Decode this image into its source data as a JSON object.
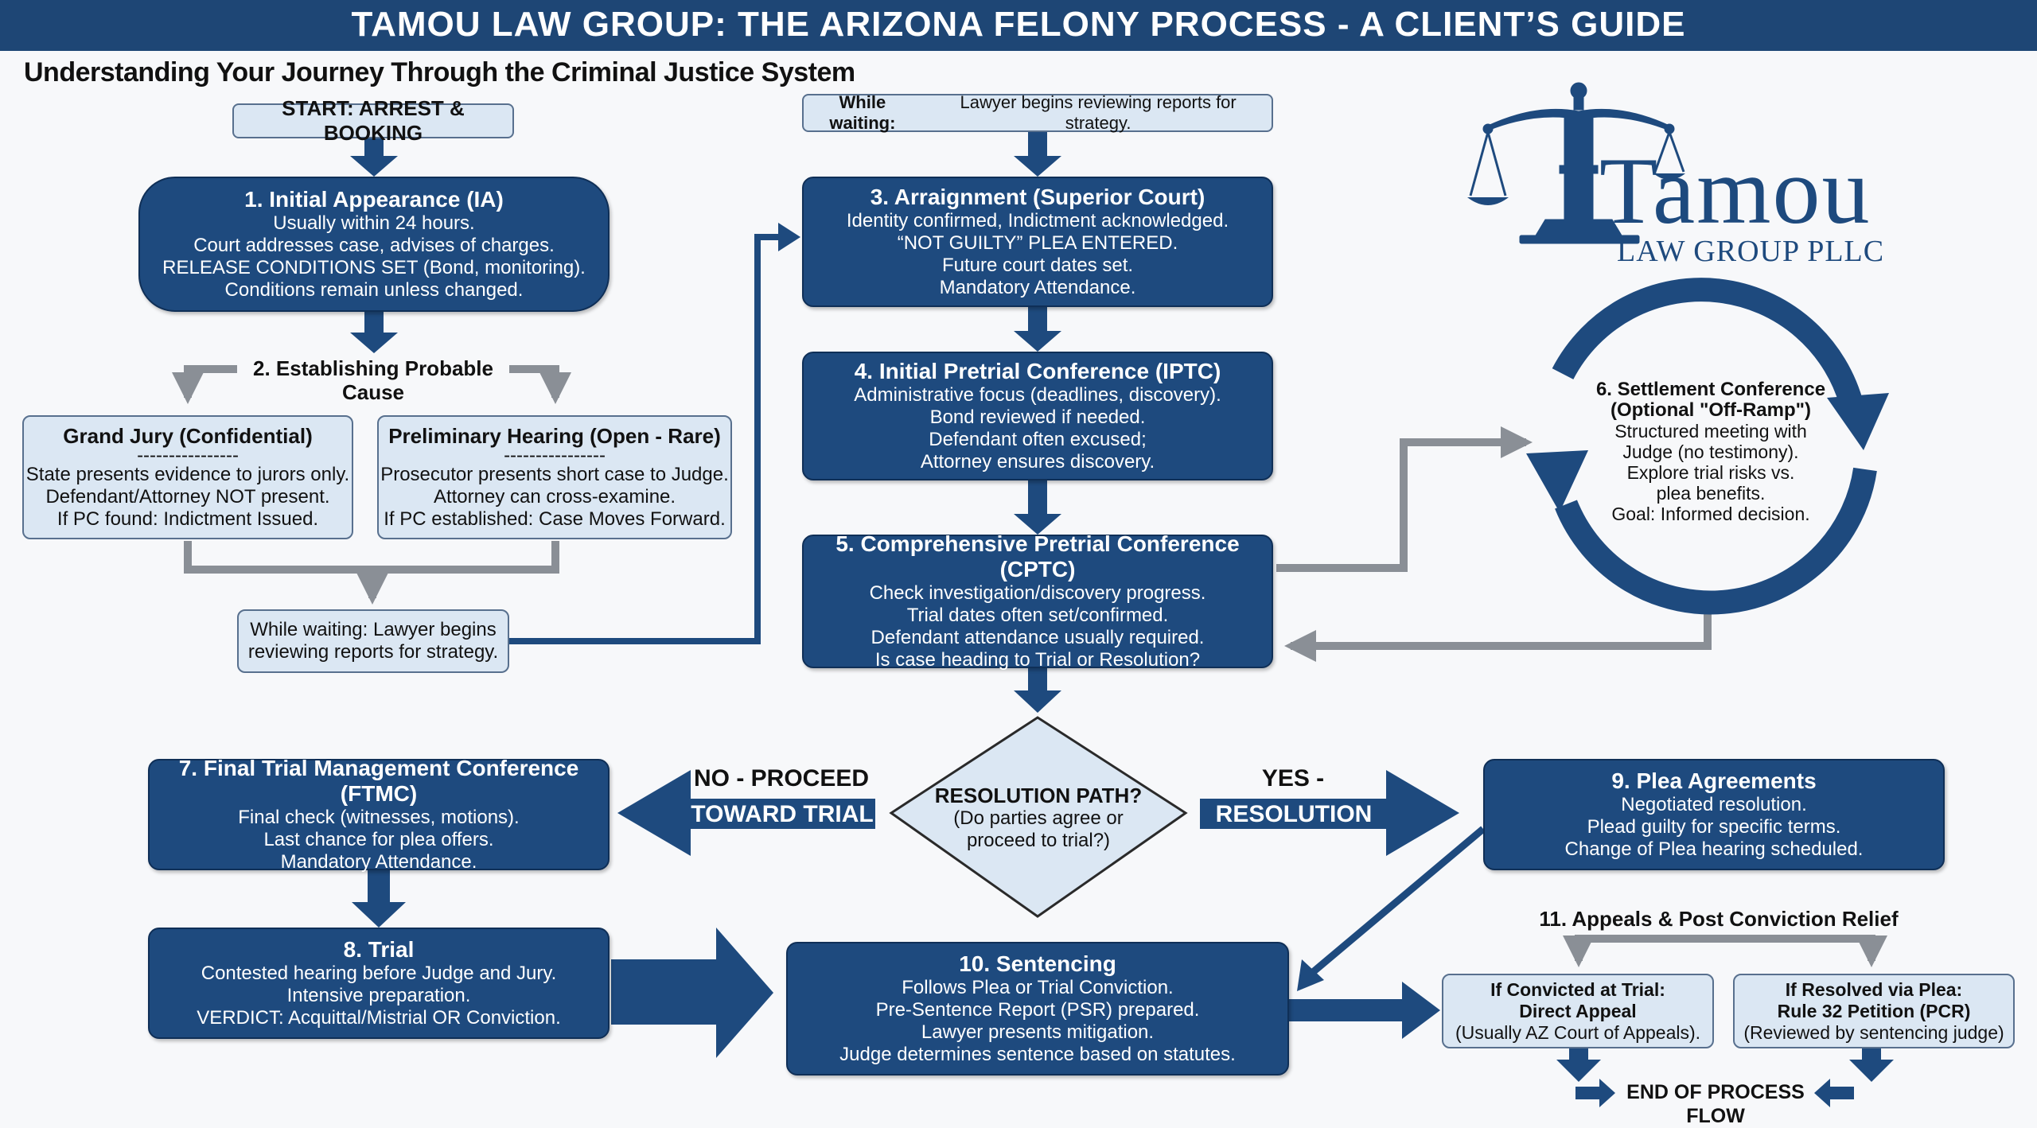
{
  "header": {
    "title": "TAMOU LAW GROUP: THE ARIZONA FELONY PROCESS - A CLIENT’S GUIDE"
  },
  "subtitle": "Understanding Your Journey Through the Criminal Justice System",
  "start": "START: ARREST & BOOKING",
  "waiting_top": {
    "label": "While waiting:",
    "text": "Lawyer begins reviewing reports for strategy."
  },
  "ia": {
    "title": "1. Initial Appearance (IA)",
    "lines": [
      "Usually within 24 hours.",
      "Court addresses case, advises of charges.",
      "RELEASE CONDITIONS SET (Bond, monitoring).",
      "Conditions remain unless changed."
    ]
  },
  "pc": {
    "title": "2. Establishing Probable Cause"
  },
  "grand_jury": {
    "title": "Grand Jury (Confidential)",
    "sep": "----------------",
    "lines": [
      "State presents evidence to jurors only.",
      "Defendant/Attorney NOT present.",
      "If PC found: Indictment Issued."
    ]
  },
  "prelim": {
    "title": "Preliminary Hearing (Open - Rare)",
    "sep": "----------------",
    "lines": [
      "Prosecutor presents short case to Judge.",
      "Attorney can cross-examine.",
      "If PC established: Case Moves Forward."
    ]
  },
  "waiting_left": {
    "lines": [
      "While waiting: Lawyer begins",
      "reviewing reports for strategy."
    ]
  },
  "arraignment": {
    "title": "3. Arraignment (Superior Court)",
    "lines": [
      "Identity confirmed, Indictment acknowledged.",
      "“NOT GUILTY” PLEA ENTERED.",
      "Future court dates set.",
      "Mandatory Attendance."
    ]
  },
  "iptc": {
    "title": "4. Initial Pretrial Conference (IPTC)",
    "lines": [
      "Administrative focus (deadlines, discovery).",
      "Bond reviewed if needed.",
      "Defendant often excused;",
      "Attorney ensures discovery."
    ]
  },
  "cptc": {
    "title": "5. Comprehensive Pretrial Conference (CPTC)",
    "lines": [
      "Check investigation/discovery progress.",
      "Trial dates often set/confirmed.",
      "Defendant attendance usually required.",
      "Is case heading to Trial or Resolution?"
    ]
  },
  "settlement": {
    "title": "6. Settlement Conference",
    "subtitle": "(Optional \"Off-Ramp\")",
    "lines": [
      "Structured meeting with",
      "Judge (no testimony).",
      "Explore trial risks vs.",
      "plea benefits.",
      "Goal: Informed decision."
    ]
  },
  "decision": {
    "title": "RESOLUTION PATH?",
    "lines": [
      "(Do parties agree or",
      "proceed to trial?)"
    ]
  },
  "no_path": {
    "above": "NO - PROCEED",
    "inside": "TOWARD TRIAL"
  },
  "yes_path": {
    "above": "YES -",
    "inside": "RESOLUTION"
  },
  "ftmc": {
    "title": "7. Final Trial Management Conference (FTMC)",
    "lines": [
      "Final check (witnesses, motions).",
      "Last chance for plea offers.",
      "Mandatory Attendance."
    ]
  },
  "trial": {
    "title": "8. Trial",
    "lines": [
      "Contested hearing before Judge and Jury.",
      "Intensive preparation.",
      "VERDICT: Acquittal/Mistrial OR Conviction."
    ]
  },
  "plea": {
    "title": "9. Plea Agreements",
    "lines": [
      "Negotiated resolution.",
      "Plead guilty for specific terms.",
      "Change of Plea hearing scheduled."
    ]
  },
  "sentencing": {
    "title": "10. Sentencing",
    "lines": [
      "Follows Plea or Trial Conviction.",
      "Pre-Sentence Report (PSR) prepared.",
      "Lawyer presents mitigation.",
      "Judge determines sentence based on statutes."
    ]
  },
  "appeals": {
    "title": "11. Appeals & Post Conviction Relief"
  },
  "direct_appeal": {
    "lines": [
      "If Convicted at Trial:",
      "Direct Appeal",
      "(Usually AZ Court of Appeals)."
    ]
  },
  "rule32": {
    "lines": [
      "If Resolved via Plea:",
      "Rule 32 Petition (PCR)",
      "(Reviewed by sentencing judge)"
    ]
  },
  "end": "END OF PROCESS FLOW",
  "logo": {
    "name": "Tamou",
    "sub": "LAW GROUP PLLC"
  },
  "colors": {
    "navy": "#1e4a7e",
    "header": "#1e4675",
    "light": "#dbe7f3",
    "gray_arrow": "#8a8f96"
  }
}
